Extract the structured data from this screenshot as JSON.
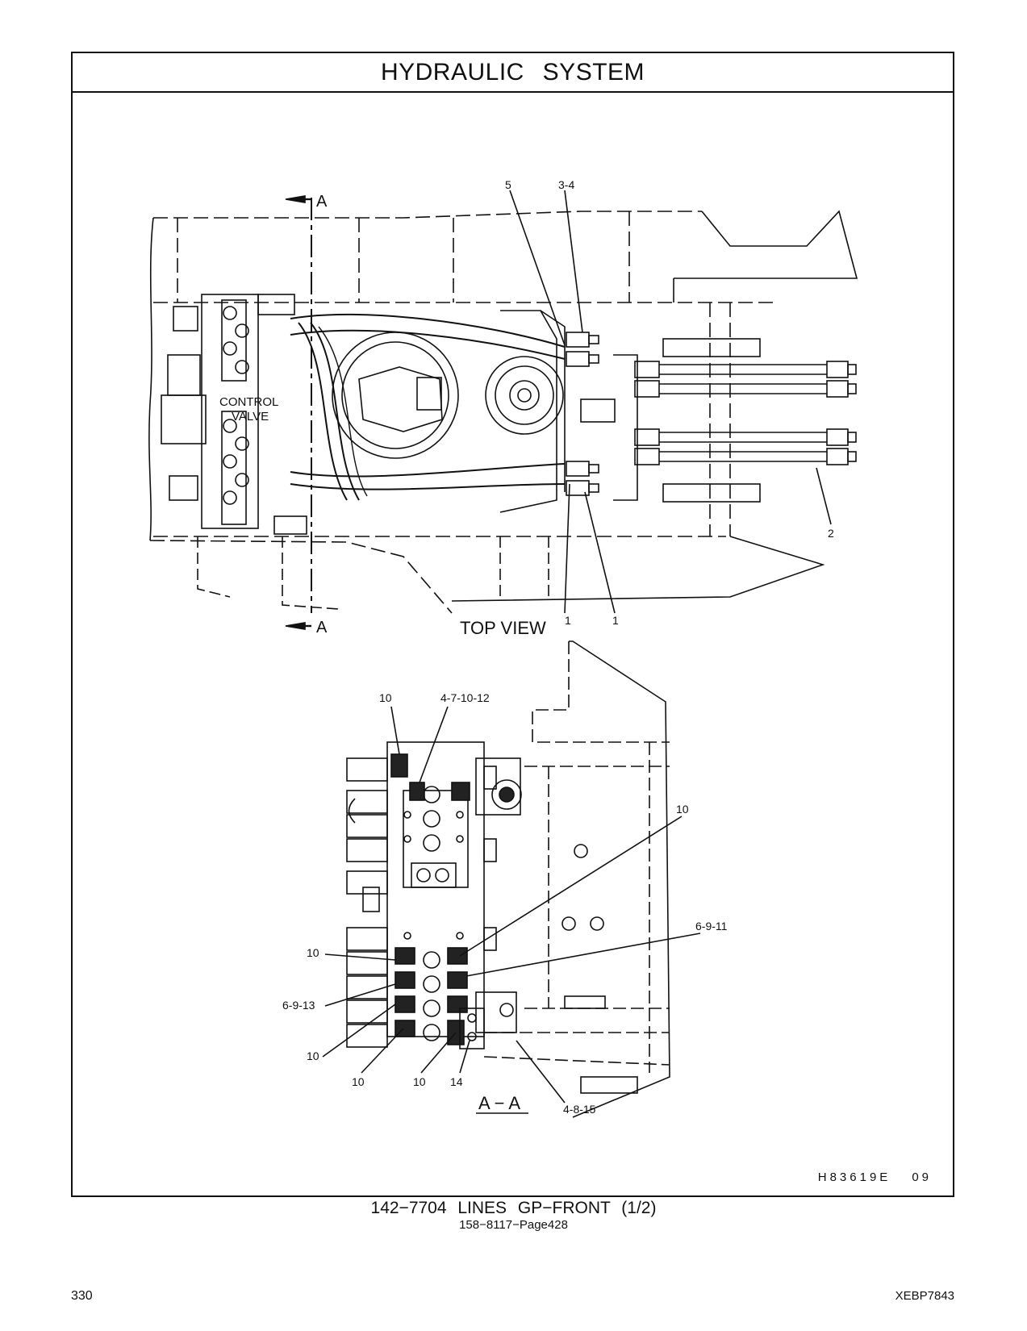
{
  "header": {
    "title": "HYDRAULIC   SYSTEM"
  },
  "top_view": {
    "section_marker_top": "A",
    "section_marker_bottom": "A",
    "control_valve_label_1": "CONTROL",
    "control_valve_label_2": "VALVE",
    "view_title": "TOP VIEW",
    "callouts": {
      "c5": "5",
      "c34": "3-4",
      "c2": "2",
      "c1a": "1",
      "c1b": "1"
    }
  },
  "section_view": {
    "view_title": "A − A",
    "callouts": {
      "c10_top": "10",
      "c47": "4-7-10-12",
      "c10_right": "10",
      "c6911": "6-9-11",
      "c10_left": "10",
      "c6913": "6-9-13",
      "c10_low": "10",
      "c10_b1": "10",
      "c10_b2": "10",
      "c14": "14",
      "c4815": "4-8-15"
    }
  },
  "illustration_code": {
    "code": "H83619E",
    "suffix": "09"
  },
  "footer": {
    "caption": "142−7704   LINES  GP−FRONT (1/2)",
    "subcaption": "158−8117−Page428",
    "page_number": "330",
    "document_id": "XEBP7843"
  }
}
